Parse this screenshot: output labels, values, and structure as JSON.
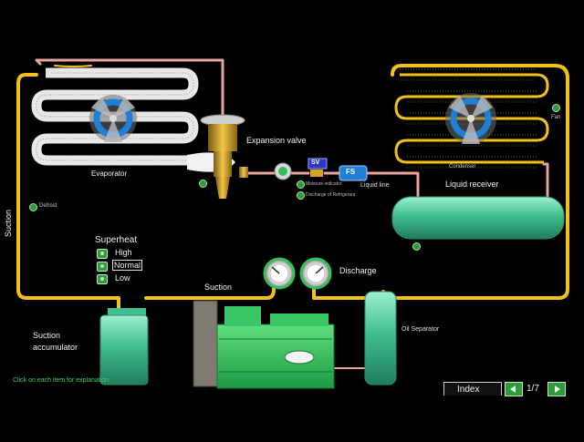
{
  "labels": {
    "evaporator": "Evaporator",
    "expansion_valve": "Expansion valve",
    "condenser": "Condenser",
    "liquid_receiver": "Liquid receiver",
    "fan": "Fan",
    "suction_left": "Suction",
    "suction_mid": "Suction",
    "discharge": "Discharge",
    "defrost": "Defrost",
    "liquid_line": "Liquid line",
    "sv": "SV",
    "fs": "FS",
    "sight_glass_note": "Moisture indicator",
    "discharge_refrigerant_note": "Discharge of Refrigerant",
    "suction_accumulator_line1": "Suction",
    "suction_accumulator_line2": "accumulator",
    "oil_separator": "Oil Separator",
    "click_hint": "Click on each item for explanation",
    "index_button": "Index",
    "page_counter": "1/7"
  },
  "superheat": {
    "title": "Superheat",
    "options": [
      "High",
      "Normal",
      "Low"
    ],
    "selected": "Normal"
  },
  "colors": {
    "pipe_yellow": "#f2c21a",
    "pipe_pink": "#e6a6a0",
    "coil_white": "#e8e8e8",
    "component_green": "#2fc25b",
    "tank_teal": "#4ec9a0",
    "valve_gold": "#d9a322",
    "fan_blue": "#1f7fd6"
  }
}
